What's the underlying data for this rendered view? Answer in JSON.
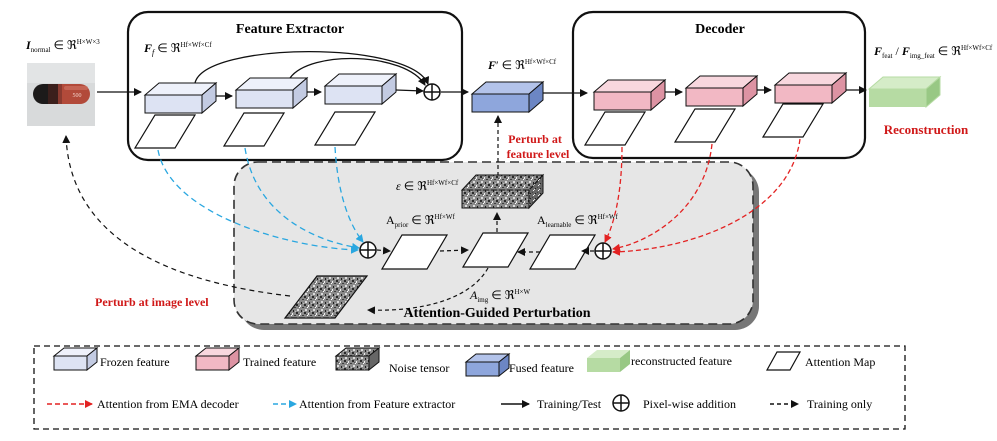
{
  "input": {
    "symbol": "I",
    "sub": "normal",
    "set": "∈ ℜ",
    "sup": "H×W×3"
  },
  "capsule_text": "500",
  "feature_extractor": {
    "title": "Feature Extractor",
    "f_symbol": "F",
    "f_sub": "f",
    "f_set": "∈ ℜ",
    "f_sup": "Hf×Wf×Cf"
  },
  "fused": {
    "symbol": "F",
    "prime": "′",
    "set": "∈ ℜ",
    "sup": "Hf×Wf×Cf"
  },
  "decoder": {
    "title": "Decoder"
  },
  "output": {
    "symbol": "F",
    "sub1": "feat",
    "slash": " / ",
    "sub2": "img_feat",
    "set": "∈ ℜ",
    "sup": "Hf×Wf×Cf"
  },
  "reconstruction_label": "Reconstruction",
  "perturb_feature": {
    "line1": "Perturb at",
    "line2": "feature level"
  },
  "perturb_image": "Perturb at image level",
  "epsilon": {
    "symbol": "ε",
    "set": "∈ ℜ",
    "sup": "Hf×Wf×Cf"
  },
  "a_prior": {
    "symbol": "A",
    "sub": "prior",
    "set": "∈ ℜ",
    "sup": "Hf×Wf"
  },
  "a_learnable": {
    "symbol": "A",
    "sub": "learnable",
    "set": "∈ ℜ",
    "sup": "Hf×Wf"
  },
  "a_img": {
    "symbol": "A",
    "sub": "img",
    "set": "∈ ℜ",
    "sup": "H×W"
  },
  "agp_title": "Attention-Guided Perturbation",
  "legend": {
    "row1": [
      "Frozen feature",
      "Trained feature",
      "Noise tensor",
      "Fused feature",
      "reconstructed feature",
      "Attention Map"
    ],
    "row2": [
      "Attention from EMA decoder",
      "Attention from Feature extractor",
      "Training/Test",
      "Pixel-wise addition",
      "Training only"
    ]
  },
  "colors": {
    "frozen": "#dde3f3",
    "trained": "#f2b8c4",
    "fused": "#8ea6dc",
    "recon": "#b6dba3",
    "red_arrow": "#e32222",
    "blue_arrow": "#2aa7e0",
    "red_text": "#d01818",
    "panel": "#e6e6e6"
  }
}
